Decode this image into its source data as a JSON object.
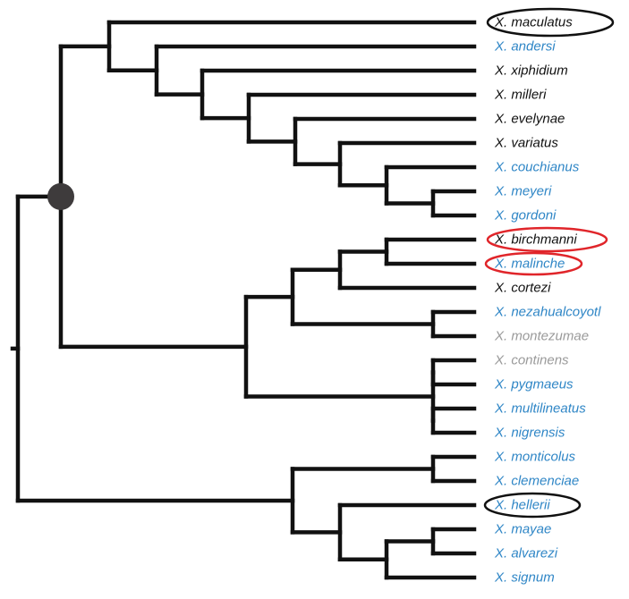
{
  "colors": {
    "black": "#111111",
    "blue": "#2f86c6",
    "gray": "#9a9a9a",
    "ring_black": "#111111",
    "ring_red": "#e0252a",
    "node_fill": "#3e3b3c"
  },
  "taxa": [
    {
      "label": "X. maculatus",
      "color": "black",
      "ring": "ring_black"
    },
    {
      "label": "X. andersi",
      "color": "blue"
    },
    {
      "label": "X. xiphidium",
      "color": "black"
    },
    {
      "label": "X. milleri",
      "color": "black"
    },
    {
      "label": "X. evelynae",
      "color": "black"
    },
    {
      "label": "X. variatus",
      "color": "black"
    },
    {
      "label": "X. couchianus",
      "color": "blue"
    },
    {
      "label": "X. meyeri",
      "color": "blue"
    },
    {
      "label": "X. gordoni",
      "color": "blue"
    },
    {
      "label": "X. birchmanni",
      "color": "black",
      "ring": "ring_red"
    },
    {
      "label": "X. malinche",
      "color": "blue",
      "ring": "ring_red"
    },
    {
      "label": "X. cortezi",
      "color": "black"
    },
    {
      "label": "X. nezahualcoyotl",
      "color": "blue"
    },
    {
      "label": "X. montezumae",
      "color": "gray"
    },
    {
      "label": "X. continens",
      "color": "gray"
    },
    {
      "label": "X. pygmaeus",
      "color": "blue"
    },
    {
      "label": "X. multilineatus",
      "color": "blue"
    },
    {
      "label": "X. nigrensis",
      "color": "blue"
    },
    {
      "label": "X. monticolus",
      "color": "blue"
    },
    {
      "label": "X. clemenciae",
      "color": "blue"
    },
    {
      "label": "X. hellerii",
      "color": "blue",
      "ring": "ring_black"
    },
    {
      "label": "X. mayae",
      "color": "blue"
    },
    {
      "label": "X. alvarezi",
      "color": "blue"
    },
    {
      "label": "X. signum",
      "color": "blue"
    }
  ],
  "tree": [
    "root",
    [
      "n_north",
      [
        "c1",
        0,
        [
          "c2",
          1,
          [
            "c3",
            2,
            [
              "c4",
              3,
              [
                "c5",
                4,
                [
                  "c6",
                  5,
                  [
                    "c7",
                    6,
                    [
                      "c8",
                      7,
                      8
                    ]
                  ]
                ]
              ]
            ]
          ]
        ]
      ],
      [
        "s1",
        [
          "s2",
          [
            "s3",
            [
              "s4",
              9,
              10
            ],
            11
          ],
          [
            "s5",
            12,
            13
          ]
        ],
        [
          "s6",
          [
            "s7",
            14,
            15
          ],
          [
            "s8",
            16,
            17
          ]
        ]
      ]
    ],
    [
      "h1",
      [
        "h2",
        18,
        19
      ],
      [
        "h3",
        20,
        [
          "h4",
          [
            "h5",
            21,
            22
          ],
          23
        ]
      ]
    ]
  ]
}
